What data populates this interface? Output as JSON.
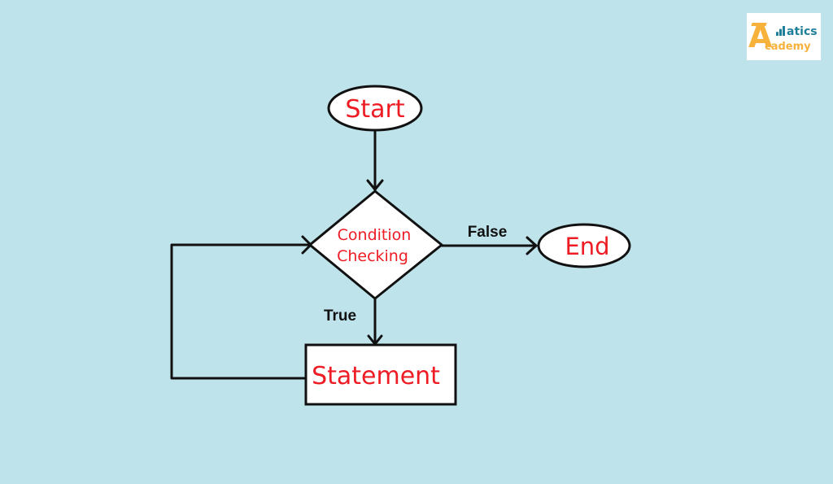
{
  "logo": {
    "top_text": "atics",
    "big_letter": "A",
    "bottom_text": "cademy"
  },
  "nodes": {
    "start": {
      "label": "Start",
      "shape": "ellipse"
    },
    "condition": {
      "label_line1": "Condition",
      "label_line2": "Checking",
      "shape": "diamond"
    },
    "end": {
      "label": "End",
      "shape": "ellipse"
    },
    "statement": {
      "label": "Statement",
      "shape": "rectangle"
    }
  },
  "edges": {
    "false_label": "False",
    "true_label": "True"
  },
  "colors": {
    "background": "#bfe3ea",
    "node_text": "#ee1c24",
    "stroke": "#111111",
    "node_fill": "#ffffff",
    "logo_orange": "#f7b23b",
    "logo_teal": "#1f7f9a"
  }
}
